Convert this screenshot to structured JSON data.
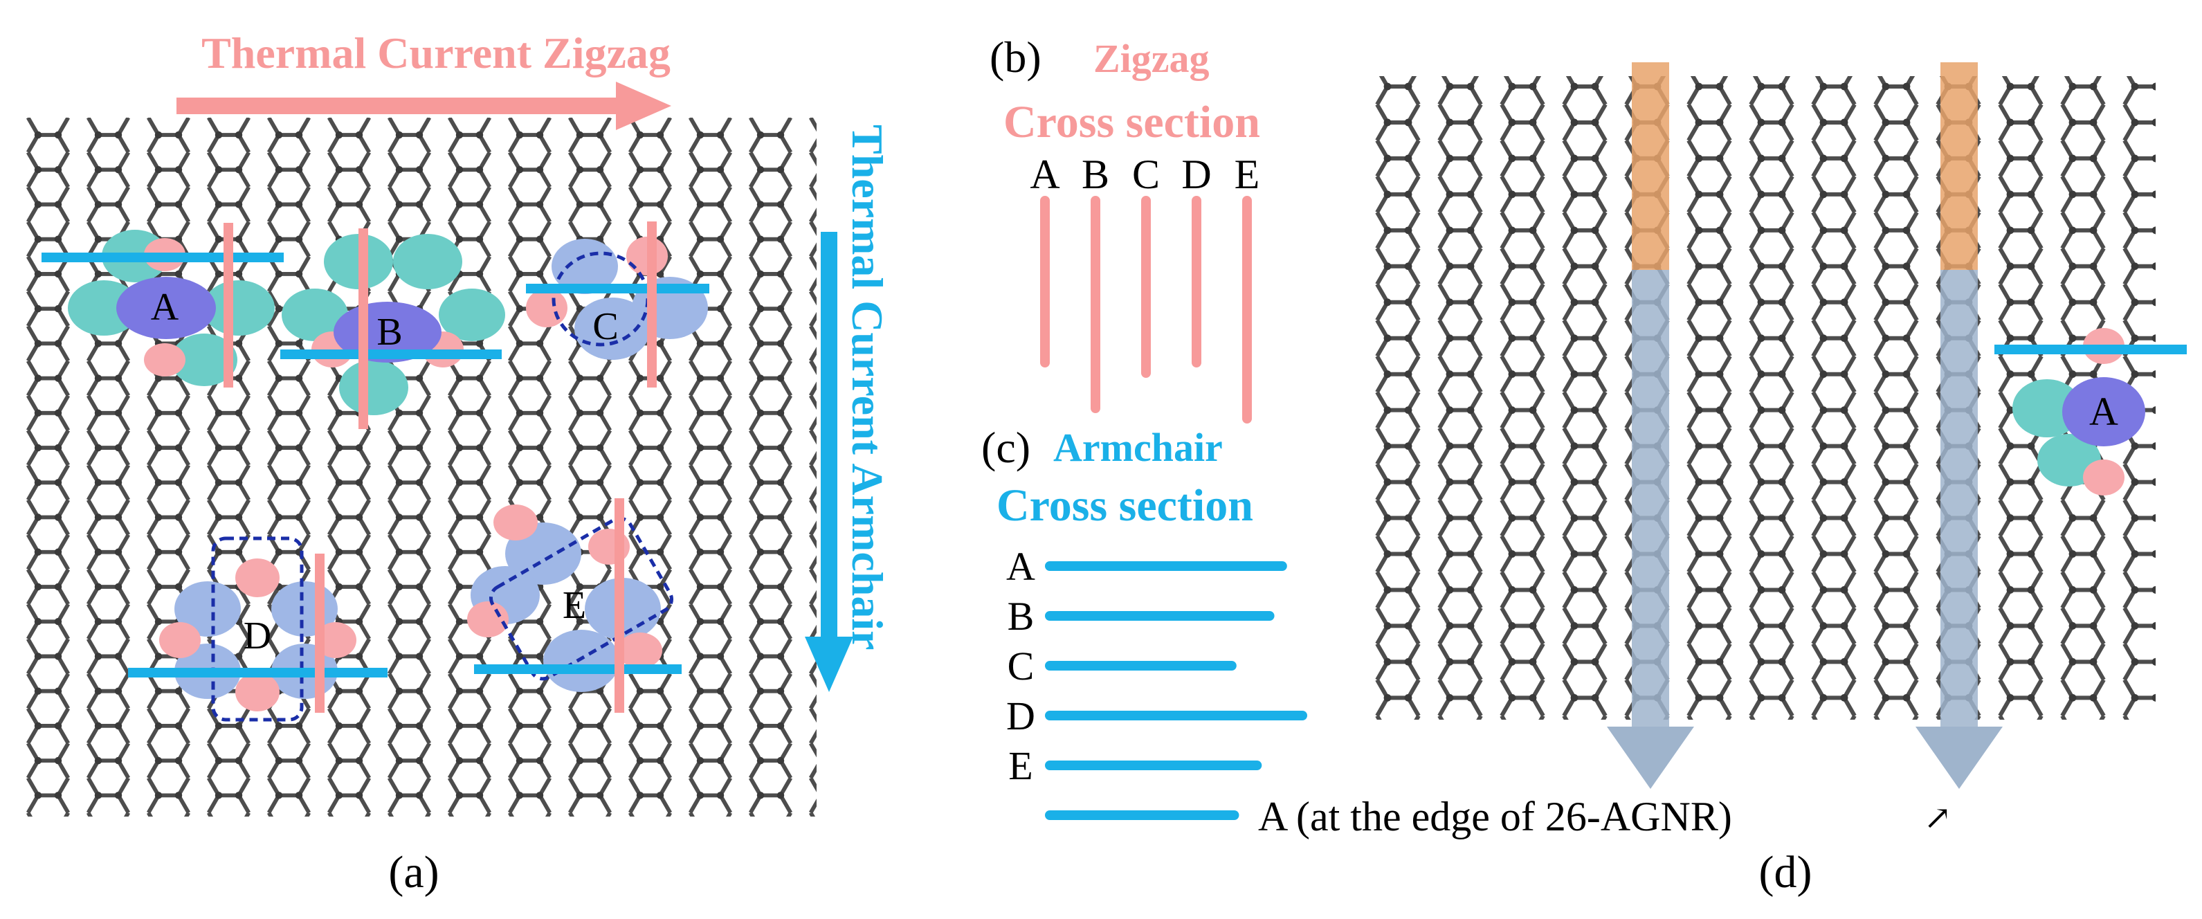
{
  "colors": {
    "zigzag": "#f79a9a",
    "armchair": "#1ab0e8",
    "lattice": "#4d4d4d",
    "atom": "#3a3a3a",
    "defect_core": "#7b78e2",
    "defect_pink": "#f7a9ad",
    "defect_cyan": "#6ccdc7",
    "defect_blue": "#9fb7e6",
    "dashed_box": "#1a2ea8",
    "flux_orange": "#e8a36b",
    "flux_gray": "#9fb4cc"
  },
  "panel_a": {
    "label": "(a)",
    "zigzag_title": "Thermal Current Zigzag",
    "armchair_title": "Thermal Current Armchair",
    "defects": [
      {
        "id": "A",
        "label": "A"
      },
      {
        "id": "B",
        "label": "B"
      },
      {
        "id": "C",
        "label": "C"
      },
      {
        "id": "D",
        "label": "D"
      },
      {
        "id": "E",
        "label": "E"
      }
    ]
  },
  "panel_b": {
    "label": "(b)",
    "direction": "Zigzag",
    "title": "Cross section",
    "bars": [
      {
        "label": "A",
        "length": 0.78
      },
      {
        "label": "B",
        "length": 1.0
      },
      {
        "label": "C",
        "length": 0.83
      },
      {
        "label": "D",
        "length": 0.78
      },
      {
        "label": "E",
        "length": 1.05
      }
    ]
  },
  "panel_c": {
    "label": "(c)",
    "direction": "Armchair",
    "title": "Cross section",
    "bars": [
      {
        "label": "A",
        "length": 0.92
      },
      {
        "label": "B",
        "length": 0.87
      },
      {
        "label": "C",
        "length": 0.72
      },
      {
        "label": "D",
        "length": 1.0
      },
      {
        "label": "E",
        "length": 0.82
      },
      {
        "label": "",
        "length": 0.73
      }
    ]
  },
  "panel_d": {
    "label": "(d)",
    "defect_label": "A",
    "edge_note": "A (at the edge of 26-AGNR)",
    "note_arrow": "↗"
  }
}
